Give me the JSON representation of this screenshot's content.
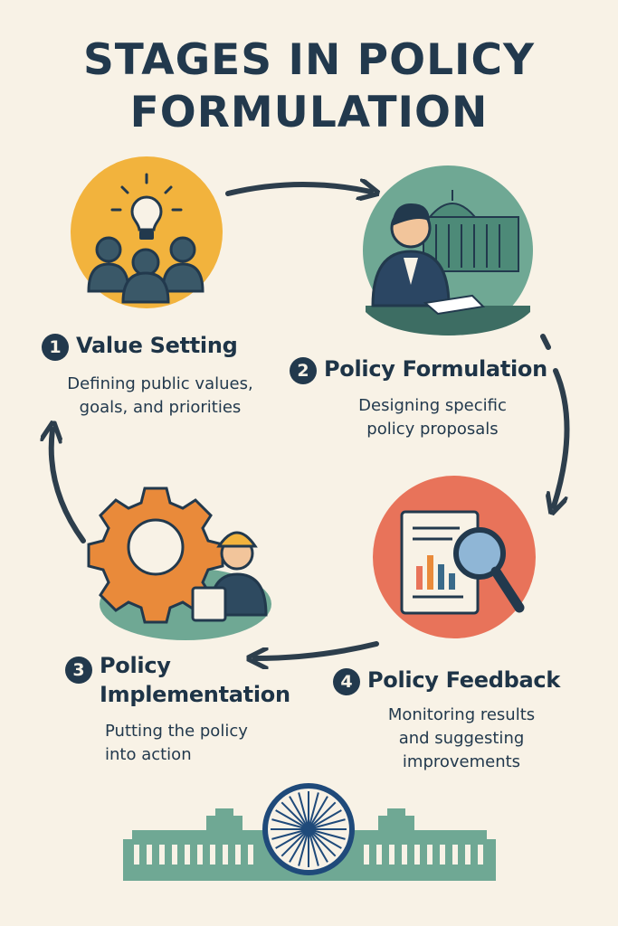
{
  "title": {
    "line1": "STAGES IN POLICY",
    "line2": "FORMULATION"
  },
  "stages": [
    {
      "number": "1",
      "title": "Value Setting",
      "desc_line1": "Defining public values,",
      "desc_line2": "goals, and priorities"
    },
    {
      "number": "2",
      "title": "Policy Formulation",
      "desc_line1": "Designing specific",
      "desc_line2": "policy proposals"
    },
    {
      "number": "3",
      "title_line1": "Policy",
      "title_line2": "Implementation",
      "desc_line1": "Putting the policy",
      "desc_line2": "into action"
    },
    {
      "number": "4",
      "title": "Policy Feedback",
      "desc_line1": "Monitoring results",
      "desc_line2": "and suggesting",
      "desc_line3": "improvements"
    }
  ],
  "colors": {
    "background": "#f8f2e6",
    "navy": "#22394d",
    "orange": "#e98a3a",
    "yellow": "#f2b33d",
    "teal": "#6fa894",
    "coral": "#e8735a"
  },
  "icons": [
    "lightbulb-people-icon",
    "official-signing-icon",
    "gear-worker-icon",
    "report-magnifier-icon",
    "ashoka-chakra-icon",
    "parliament-building-icon"
  ]
}
